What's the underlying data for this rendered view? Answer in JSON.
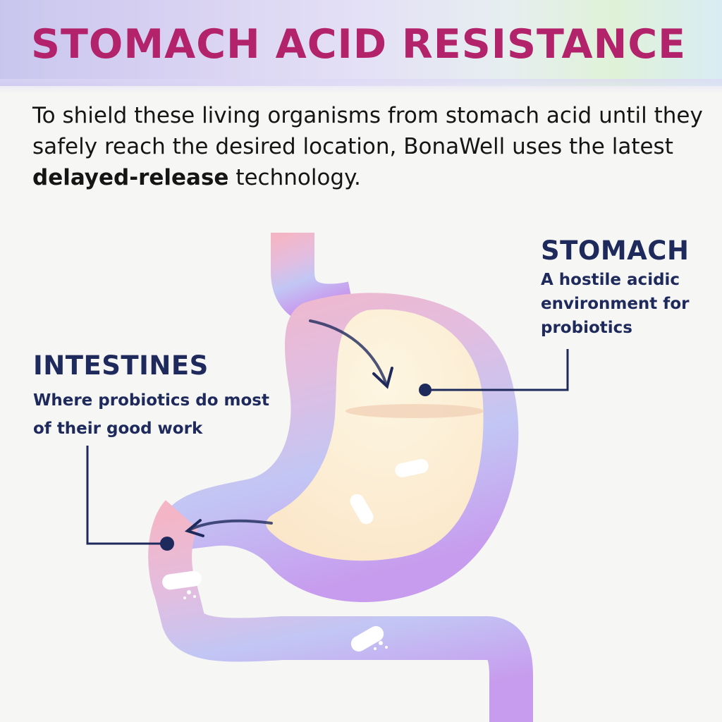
{
  "title": "STOMACH ACID RESISTANCE",
  "intro": {
    "before": "To shield these living organisms from stomach acid until they safely reach the desired location, BonaWell uses the latest ",
    "bold": "delayed-release",
    "after": " technology."
  },
  "labels": {
    "stomach": {
      "title": "STOMACH",
      "description": "A hostile acidic environment for probiotics"
    },
    "intestines": {
      "title": "INTESTINES",
      "description": "Where probiotics do most of their good work"
    }
  },
  "colors": {
    "title": "#b3236c",
    "label": "#1f2a5c",
    "stomach_fill": "#fbe9cf"
  }
}
